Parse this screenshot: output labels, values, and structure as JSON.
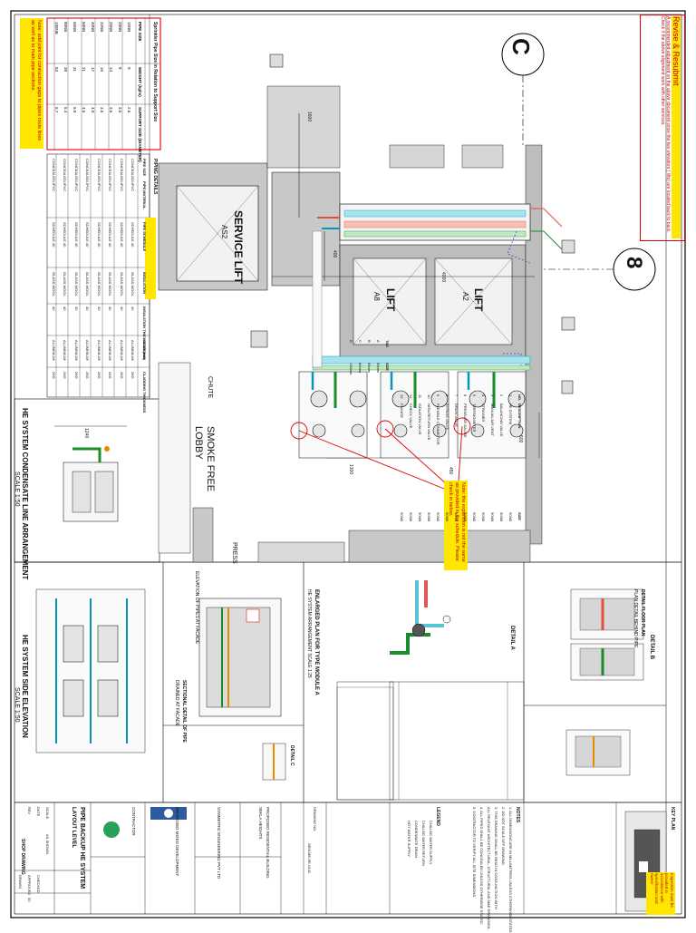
{
  "drawing": {
    "grid_labels": [
      "C",
      "8"
    ],
    "note_top_right": {
      "title": "Revise & Resubmit",
      "text": "A recommended adjustment on the above document since the two elevators ( lifts) are located back to back. Check if the above alignment work with other services."
    },
    "note_top_left_box": "Note: add joint for contraction gaps to pipes route lines as well as to main pipe sections.",
    "note_center": "Note: the expansion is not the same as provided in the schedule. Please check in below.",
    "note_bottom_right": "Inspection must be provided in accordance with specification and owner",
    "pipe_sizing_table": {
      "title": "Sprinkler Pipe Size in Relation to Support Size",
      "headers": [
        "PIPE SIZE",
        "WEIGHT (kg/m)",
        "SUPPORT SIZE (DIAMETER)"
      ],
      "rows": [
        [
          "15NB",
          "0",
          "2.5"
        ],
        [
          "20NB",
          "8",
          "3.5"
        ],
        [
          "25NB",
          "14",
          "3.5"
        ],
        [
          "32NB",
          "16",
          "3.5"
        ],
        [
          "40NB",
          "17",
          "4.0"
        ],
        [
          "50NB",
          "21",
          "4.5"
        ],
        [
          "65NB",
          "31",
          "5.0"
        ],
        [
          "80NB",
          "38",
          "5.4"
        ],
        [
          "100NB",
          "53",
          "5.7"
        ]
      ]
    },
    "pipe_schedule": {
      "title": "PIPING DETAILS",
      "headers": [
        "PIPE SIZE",
        "PIPE MATERIAL",
        "PIPE SCHEDULE",
        "INSULATION",
        "INSULATION THICKNESS (mm)",
        "CLADDING",
        "CLADDING THICKNESS"
      ],
      "rows": [
        [
          "CONCEALED",
          "UPVC",
          "SCHEDULE 40",
          "GLASS WOOL",
          "40",
          "ALUMINIUM",
          "26G"
        ],
        [
          "CONCEALED",
          "UPVC",
          "SCHEDULE 40",
          "GLASS WOOL",
          "40",
          "ALUMINIUM",
          "26G"
        ],
        [
          "CONCEALED",
          "UPVC",
          "SCHEDULE 40",
          "GLASS WOOL",
          "40",
          "ALUMINIUM",
          "26G"
        ],
        [
          "CONCEALED",
          "UPVC",
          "SCHEDULE 40",
          "GLASS WOOL",
          "40",
          "ALUMINIUM",
          "26G"
        ],
        [
          "CONCEALED",
          "UPVC",
          "SCHEDULE 40",
          "GLASS WOOL",
          "40",
          "ALUMINIUM",
          "26G"
        ],
        [
          "CONCEALED",
          "UPVC",
          "SCHEDULE 40",
          "GLASS WOOL",
          "40",
          "ALUMINIUM",
          "26G"
        ],
        [
          "CONCEALED",
          "UPVC",
          "SCHEDULE 40",
          "GLASS WOOL",
          "40",
          "ALUMINIUM",
          "26G"
        ],
        [
          "CONCEALED",
          "UPVC",
          "SCHEDULE 40",
          "GLASS WOOL",
          "40",
          "ALUMINIUM",
          "26G"
        ]
      ]
    },
    "room_labels": {
      "service_lift": "SERVICE LIFT",
      "service_lift_id": "AS2",
      "lift_a8": "LIFT",
      "lift_a8_id": "A8",
      "lift_a2": "LIFT",
      "lift_a2_id": "A2",
      "smoke_free_lobby": "SMOKE FREE LOBBY",
      "chute": "CHUTE",
      "press": "PRESS"
    },
    "dimensions": [
      "1600",
      "400",
      "4000",
      "1300",
      "1240",
      "500",
      "450"
    ],
    "detail_titles": {
      "condensate": "HE SYSTEM CONDENSATE LINE ARRANGEMENT",
      "condensate_scale": "SCALE 1:50",
      "side_elevation": "HE SYSTEM SIDE ELEVATION",
      "side_elevation_scale": "SCALE 1:50",
      "enlarged": "ENLARGED PLAN FOR TYPE MODULE A",
      "enlarged_scale": "HE SYSTEM ARRANGEMENT  SCALE 1:25",
      "section_pipe": "SECTIONAL DETAIL OF PIPE",
      "section_pipe_sub": "DRAINED AT FACADE",
      "plan_view": "DETAIL A",
      "facade_plan": "DETAIL FLOOR PLAN",
      "facade_plan_sub": "PLAN DETAIL BEHIND PIPE",
      "detail_b": "DETAIL B",
      "detail_c": "DETAIL C",
      "detail_c_sub": "ELEVATION OF PIPES AT FACADE"
    },
    "equipment_legend": {
      "headers": [
        "NO.",
        "DESCRIPTION",
        "SIZE"
      ],
      "rows": [
        [
          "1",
          "HE SYSTEM",
          "50NB"
        ],
        [
          "2",
          "BALANCING VALVE",
          "50NB"
        ],
        [
          "3",
          "MANUAL AIR VENT",
          "50NB"
        ],
        [
          "4",
          "STRAINER",
          "50NB"
        ],
        [
          "5",
          "THERMOMETER",
          "50NB"
        ],
        [
          "6",
          "PRESSURE GAUGE",
          "50NB"
        ],
        [
          "7",
          "DRAIN VALVE",
          "50NB"
        ],
        [
          "8",
          "BYPASS VALVE",
          "50NB"
        ],
        [
          "9",
          "FLEXIBLE CONNECTOR",
          "50NB"
        ],
        [
          "10",
          "NON-RETURN VALVE",
          "50NB"
        ],
        [
          "11",
          "ISOLATION VALVE",
          "50NB"
        ],
        [
          "12",
          "CHECK VALVE",
          "50NB"
        ],
        [
          "13",
          "FLANGE",
          "50NB"
        ]
      ]
    },
    "size_table": {
      "headers": [
        "TAG",
        "SIZE"
      ],
      "rows": [
        [
          "A",
          "50mm"
        ],
        [
          "B",
          "65mm"
        ],
        [
          "C",
          "80mm"
        ],
        [
          "D",
          "100mm"
        ]
      ]
    },
    "general_notes": {
      "title": "NOTES",
      "lines": [
        "1. ALL DIMENSIONS ARE IN MILLIMETRES UNLESS OTHERWISE STATED.",
        "2. DO NOT SCALE OFF DRAWING.",
        "3. THIS DRAWING SHALL BE READ IN CONJUNCTION WITH",
        "   ALL RELEVANT ARCHITECTURAL, STRUCTURAL AND M&E DRAWINGS.",
        "4. ALL PIPES SHALL BE CONCEALED UNLESS OTHERWISE STATED.",
        "5. CONTRACTOR TO VERIFY ALL SITE DIMENSIONS."
      ]
    },
    "legend_lines": {
      "title": "LEGEND",
      "items": [
        "CHILLED WATER SUPPLY",
        "CHILLED WATER RETURN",
        "CONDENSATE DRAIN",
        "HOT WATER SUPPLY"
      ]
    },
    "title_block": {
      "drawing_title": "PIPE BACKUP HE SYSTEM",
      "drawing_subtitle": "LAYOUT LEVEL",
      "client": "PROPOSED RESIDENTIAL BUILDING",
      "client_sub": "SEKLA HEIGHTS",
      "consultant": "SYMMETRIC ENGINEERING PVT LTD",
      "project": "PROPOSED MIXED DEVELOPMENT",
      "drawing_no_label": "DRAWING NO.",
      "drawing_no": "SEM-ME-HE-0142",
      "scale_label": "SCALE",
      "scale": "AS SHOWN",
      "date_label": "DATE",
      "revision_label": "REV",
      "revision": "00",
      "status": "SHOP DRAWING",
      "company_name": "CONTRACTOR",
      "checked_label": "CHECKED",
      "approved_label": "APPROVED",
      "drawn_label": "DRAWN"
    },
    "key_plan_label": "KEY PLAN"
  }
}
